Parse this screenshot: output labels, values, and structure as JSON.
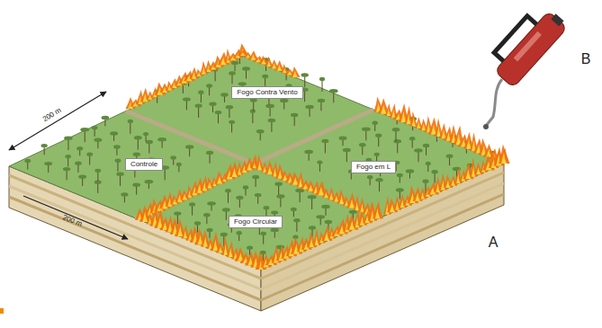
{
  "diagram": {
    "nodes": [
      {
        "text": [
          "Fogo Contra Vento"
        ]
      },
      {
        "text": [
          "Controle"
        ]
      },
      {
        "text": [
          "Fogo em L"
        ]
      },
      {
        "text": [
          "Fogo Circular"
        ]
      }
    ],
    "labels": [
      "200 m",
      "200 m",
      "A",
      "B"
    ]
  }
}
